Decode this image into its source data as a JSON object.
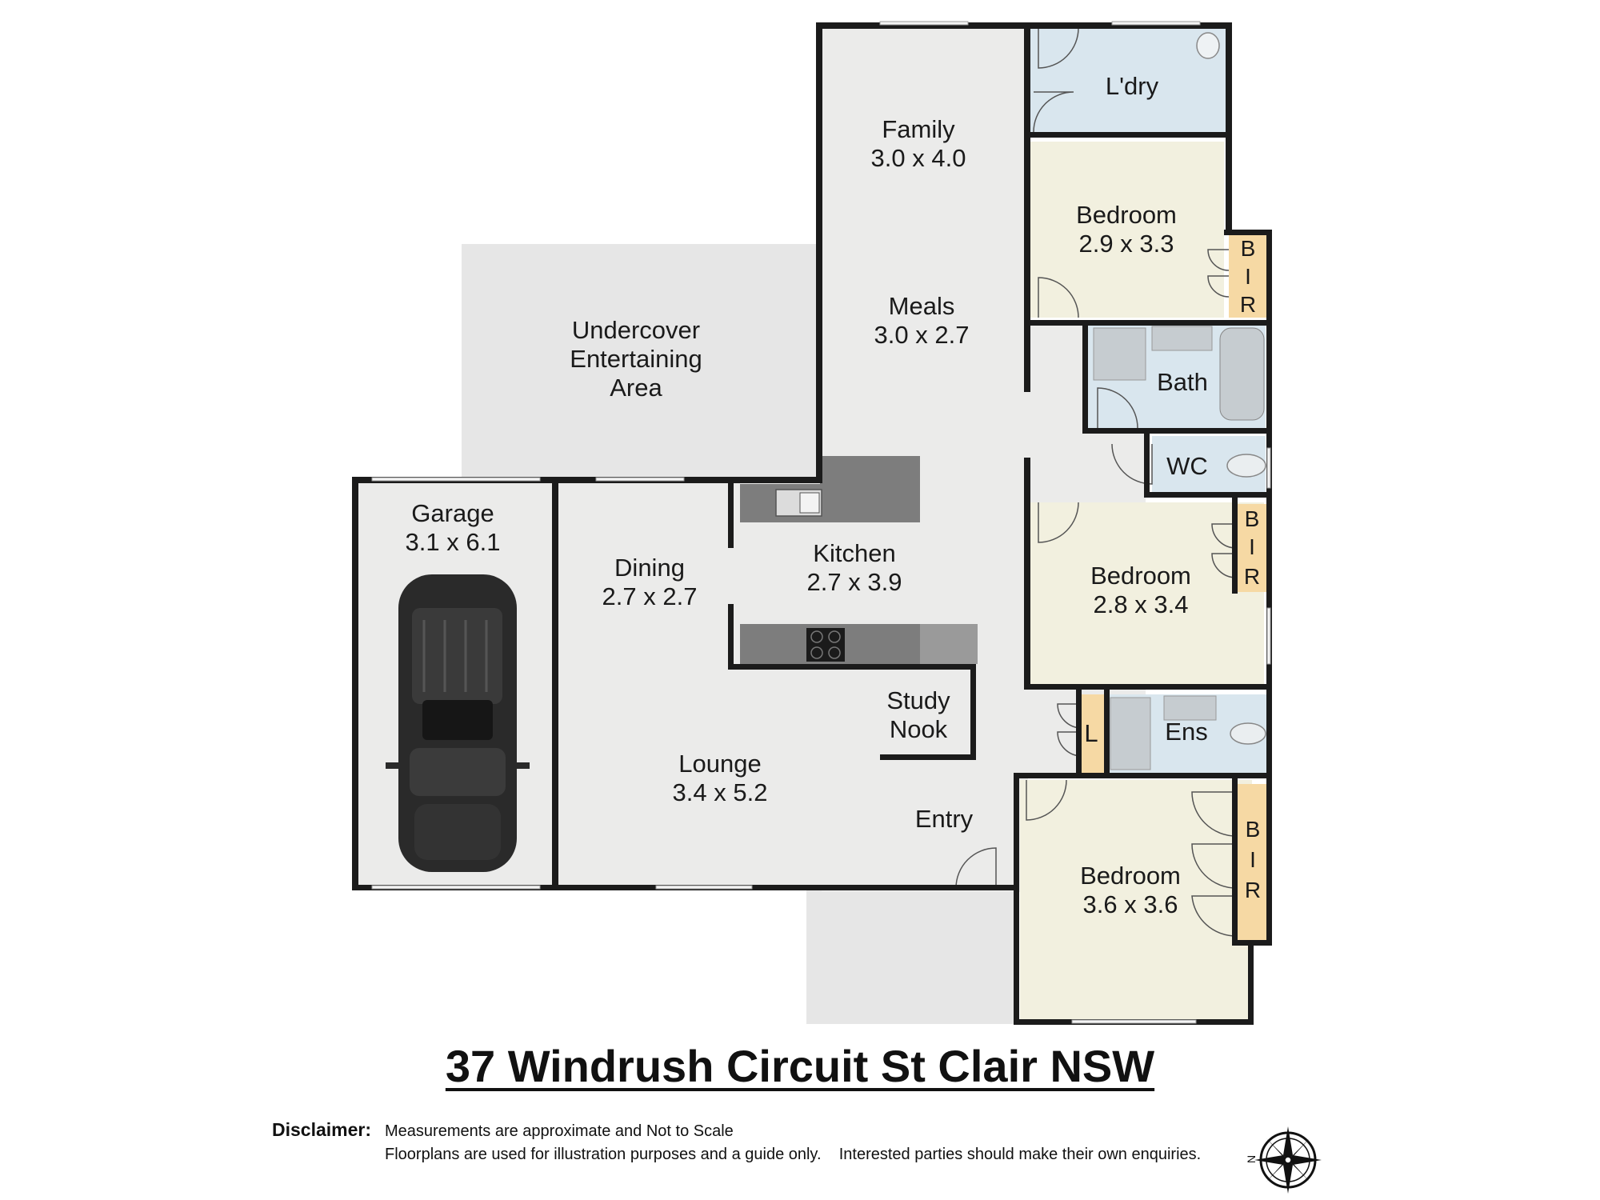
{
  "rooms": {
    "family": {
      "name": "Family",
      "size": "3.0 x 4.0"
    },
    "meals": {
      "name": "Meals",
      "size": "3.0 x 2.7"
    },
    "laundry": {
      "name": "L'dry"
    },
    "bedroom_1": {
      "name": "Bedroom",
      "size": "2.9 x 3.3"
    },
    "bath": {
      "name": "Bath"
    },
    "wc": {
      "name": "WC"
    },
    "bedroom_2": {
      "name": "Bedroom",
      "size": "2.8 x 3.4"
    },
    "ensuite": {
      "name": "Ens"
    },
    "linen": {
      "name": "L"
    },
    "bedroom_3": {
      "name": "Bedroom",
      "size": "3.6 x 3.6"
    },
    "undercover": {
      "line1": "Undercover",
      "line2": "Entertaining",
      "line3": "Area"
    },
    "garage": {
      "name": "Garage",
      "size": "3.1 x 6.1"
    },
    "dining": {
      "name": "Dining",
      "size": "2.7 x 2.7"
    },
    "kitchen": {
      "name": "Kitchen",
      "size": "2.7 x 3.9"
    },
    "study": {
      "line1": "Study",
      "line2": "Nook"
    },
    "lounge": {
      "name": "Lounge",
      "size": "3.4 x 5.2"
    },
    "entry": {
      "name": "Entry"
    }
  },
  "bir": {
    "letters": [
      "B",
      "I",
      "R"
    ]
  },
  "address": "37 Windrush Circuit St Clair  NSW",
  "disclaimer": {
    "label": "Disclaimer:",
    "line1": "Measurements are approximate and Not to Scale",
    "line2": "Floorplans are used for illustration purposes and a guide only.    Interested parties should make their own enquiries."
  },
  "compass": {
    "icon": "compass-rose-icon",
    "letter": "N"
  },
  "colors": {
    "floor": "#ebebea",
    "bedroom": "#f2f0df",
    "wet": "#d9e6ee",
    "robe": "#f6d9a4",
    "outdoor": "#e6e6e6",
    "wall": "#1b1b1b",
    "bench": "#7d7d7d"
  }
}
